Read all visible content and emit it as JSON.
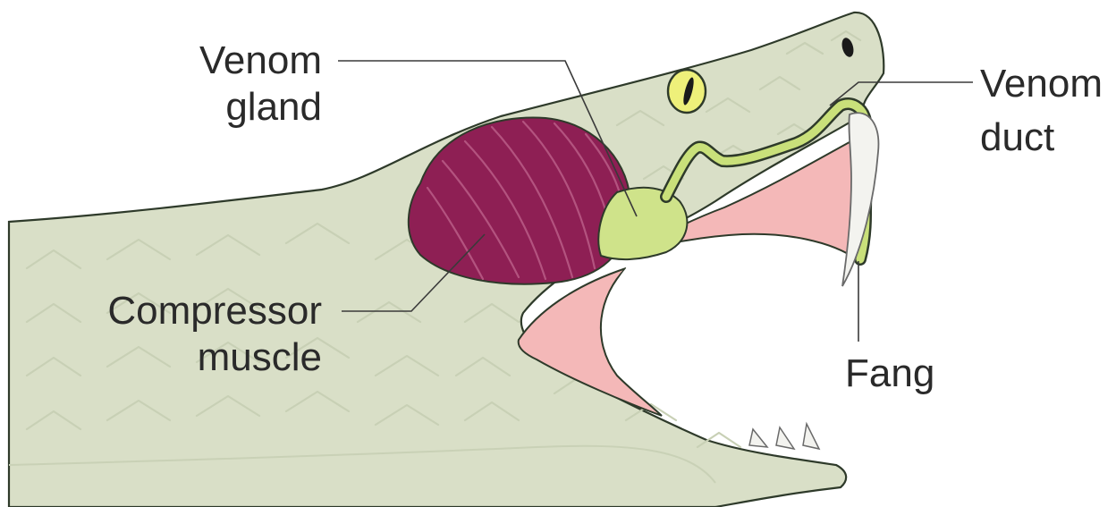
{
  "labels": {
    "venom_gland": [
      "Venom",
      "gland"
    ],
    "compressor_muscle": [
      "Compressor",
      "muscle"
    ],
    "venom_duct": [
      "Venom",
      "duct"
    ],
    "fang": "Fang"
  },
  "colors": {
    "skin": "#d9dfc7",
    "skin_outline": "#2e3a2a",
    "muscle": "#8e1f54",
    "muscle_highlight": "#a5416f",
    "gland": "#cfe38a",
    "duct": "#c9e07a",
    "mouth": "#f4b8b8",
    "fang": "#f3f3ef",
    "eye": "#eef07a",
    "pupil": "#1a1a1a",
    "scale_lines": "#c8d0b5",
    "leader_lines": "#3a3a3a"
  }
}
